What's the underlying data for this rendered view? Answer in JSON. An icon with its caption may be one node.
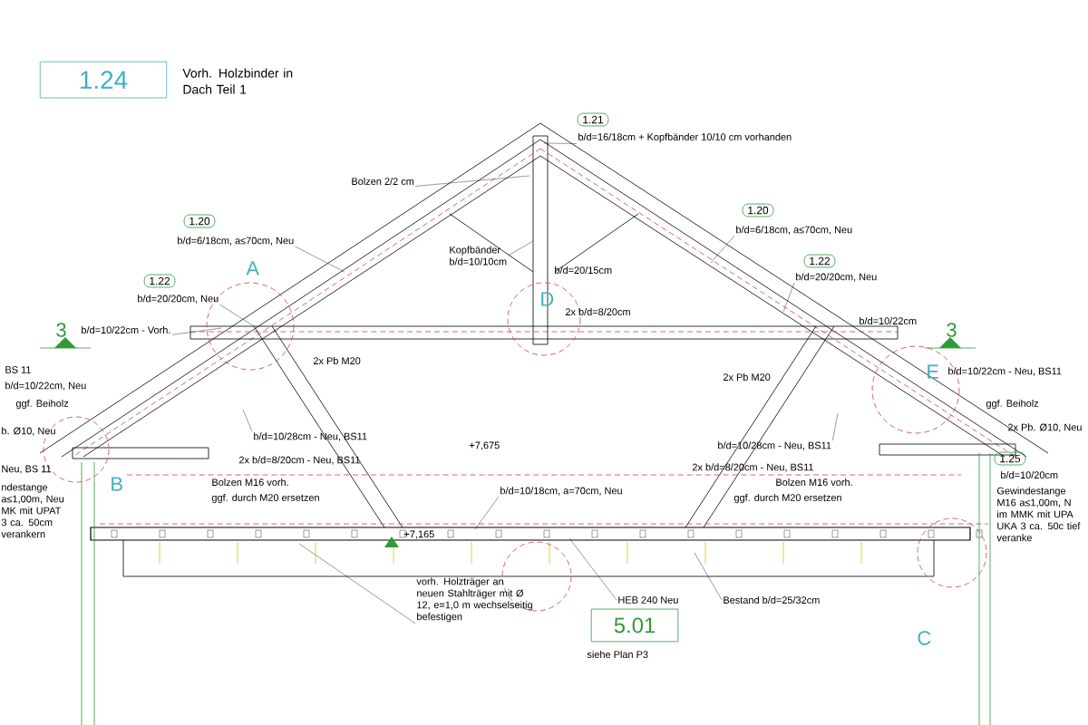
{
  "diagram": {
    "nodes": [
      {
        "text": [
          "1.24"
        ],
        "beside": [
          "Vorh. Holzbinder in Dach Teil 1"
        ]
      },
      {
        "text": [
          "1.21"
        ],
        "beside": [
          "b/d=16/18cm + Kopfbänder 10/10 cm vorhanden"
        ]
      },
      {
        "text": [
          "1.20"
        ],
        "beside": [
          "b/d=6/18cm, a≤70cm, Neu"
        ]
      },
      {
        "text": [
          "1.20"
        ],
        "beside": [
          "b/d=6/18cm, a≤70cm, Neu"
        ]
      },
      {
        "text": [
          "1.22"
        ],
        "beside": [
          "b/d=20/20cm, Neu"
        ]
      },
      {
        "text": [
          "1.22"
        ],
        "beside": [
          "b/d=20/20cm, Neu"
        ]
      },
      {
        "text": [
          "1.25"
        ],
        "beside": [
          "b/d=10/20cm"
        ]
      },
      {
        "text": [
          "5.01"
        ],
        "beside": [
          "siehe Plan P3"
        ]
      },
      {
        "text": [
          "Bolzen 2/2 cm"
        ]
      },
      {
        "text": [
          "Kopfbänder",
          "b/d=10/10cm"
        ]
      },
      {
        "text": [
          "b/d=10/22cm - Vorh."
        ]
      },
      {
        "text": [
          "b/d=10/28cm - Neu, BS11"
        ]
      },
      {
        "text": [
          "b/d=10/28cm - Neu, BS11"
        ]
      },
      {
        "text": [
          "b/d=10/18cm, a=70cm, Neu"
        ]
      },
      {
        "text": [
          "HEB 240 Neu"
        ]
      },
      {
        "text": [
          "Bestand b/d=25/32cm"
        ]
      },
      {
        "text": [
          "vorh. Holzträger an neuen Stahlträger mit Ø 12, e=1,0 m wechselseitig befestigen"
        ]
      }
    ],
    "edges": [
      {
        "from": 1,
        "to": null,
        "arrow": "none"
      },
      {
        "from": 2,
        "to": null,
        "arrow": "none"
      },
      {
        "from": 3,
        "to": null,
        "arrow": "none"
      },
      {
        "from": 4,
        "to": null,
        "arrow": "none"
      },
      {
        "from": 5,
        "to": null,
        "arrow": "none"
      },
      {
        "from": 8,
        "to": null,
        "arrow": "none"
      },
      {
        "from": 9,
        "to": null,
        "arrow": "none"
      },
      {
        "from": 10,
        "to": null,
        "arrow": "none"
      },
      {
        "from": 11,
        "to": null,
        "arrow": "none"
      },
      {
        "from": 12,
        "to": null,
        "arrow": "none"
      },
      {
        "from": 13,
        "to": null,
        "arrow": "none"
      },
      {
        "from": 14,
        "to": null,
        "arrow": "none"
      },
      {
        "from": 15,
        "to": null,
        "arrow": "none"
      },
      {
        "from": 16,
        "to": null,
        "arrow": "none"
      }
    ],
    "labels": [
      "A",
      "b/d=20/15cm",
      "D",
      "2x b/d=8/20cm",
      "b/d=10/22cm",
      "3",
      "3",
      "2x Pb M20",
      "BS 11",
      "E",
      "b/d=10/22cm - Neu, BS11",
      "2x Pb M20",
      "b/d=10/22cm, Neu",
      "ggf. Beiholz",
      "ggf. Beiholz",
      "b. Ø10, Neu",
      "2x Pb. Ø10, Neu",
      "+7,675",
      "Neu, BS 11",
      "2x b/d=8/20cm - Neu, BS11",
      "2x b/d=8/20cm - Neu, BS11",
      "ndestange a≤1,00m, Neu MK mit UPAT 3 ca. 50cm verankern",
      "B",
      "Bolzen M16 vorh.",
      "Bolzen M16 vorh.",
      "Gewindestange M16 a≤1,00m, N im MMK mit UPA UKA 3 ca. 50c tief veranke",
      "ggf. durch M20 ersetzen",
      "ggf. durch M20 ersetzen",
      "+7,165",
      "C"
    ]
  }
}
